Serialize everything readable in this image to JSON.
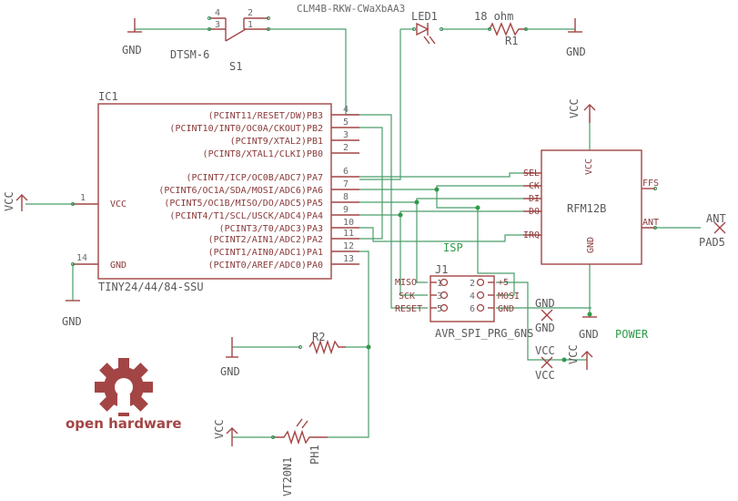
{
  "schematic": {
    "title_text": "CLM4B-RKW-CWaXbAA3",
    "ic1": {
      "ref": "IC1",
      "part": "TINY24/44/84-SSU",
      "left_pins": [
        {
          "num": "1",
          "name": "VCC"
        },
        {
          "num": "14",
          "name": "GND"
        }
      ],
      "right_pins": [
        {
          "num": "4",
          "name": "(PCINT11/RESET/DW)PB3"
        },
        {
          "num": "5",
          "name": "(PCINT10/INT0/OC0A/CKOUT)PB2"
        },
        {
          "num": "3",
          "name": "(PCINT9/XTAL2)PB1"
        },
        {
          "num": "2",
          "name": "(PCINT8/XTAL1/CLKI)PB0"
        },
        {
          "num": "6",
          "name": "(PCINT7/ICP/OC0B/ADC7)PA7"
        },
        {
          "num": "7",
          "name": "(PCINT6/OC1A/SDA/MOSI/ADC6)PA6"
        },
        {
          "num": "8",
          "name": "(PCINT5/OC1B/MISO/DO/ADC5)PA5"
        },
        {
          "num": "9",
          "name": "(PCINT4/T1/SCL/USCK/ADC4)PA4"
        },
        {
          "num": "10",
          "name": "(PCINT3/T0/ADC3)PA3"
        },
        {
          "num": "11",
          "name": "(PCINT2/AIN1/ADC2)PA2"
        },
        {
          "num": "12",
          "name": "(PCINT1/AIN0/ADC1)PA1"
        },
        {
          "num": "13",
          "name": "(PCINT0/AREF/ADC0)PA0"
        }
      ]
    },
    "s1": {
      "ref": "S1",
      "part": "DTSM-6",
      "pins": [
        "4",
        "3",
        "2",
        "1"
      ]
    },
    "led1": {
      "ref": "LED1"
    },
    "r1": {
      "ref": "R1",
      "value": "18 ohm"
    },
    "r2": {
      "ref": "R2"
    },
    "ph1": {
      "ref": "PH1",
      "part": "VT20N1"
    },
    "rfm": {
      "part": "RFM12B",
      "pins_left": [
        "SEL",
        "CK",
        "DI",
        "DO",
        "IRQ"
      ],
      "pins_right": [
        "FFS",
        "ANT"
      ],
      "pin_vcc": "VCC",
      "pin_gnd": "GND"
    },
    "pad5": {
      "ref": "PAD5",
      "label": "ANT"
    },
    "isp_label": "ISP",
    "j1": {
      "ref": "J1",
      "part": "AVR_SPI_PRG_6NS",
      "pins": [
        "1",
        "2",
        "3",
        "4",
        "5",
        "6"
      ],
      "left_labels": [
        "MISO",
        "SCK",
        "RESET"
      ],
      "right_labels": [
        "+5",
        "MOSI",
        "GND"
      ]
    },
    "power_label": "POWER",
    "gnd_label": "GND",
    "vcc_label": "VCC",
    "logo_text": "open hardware"
  }
}
